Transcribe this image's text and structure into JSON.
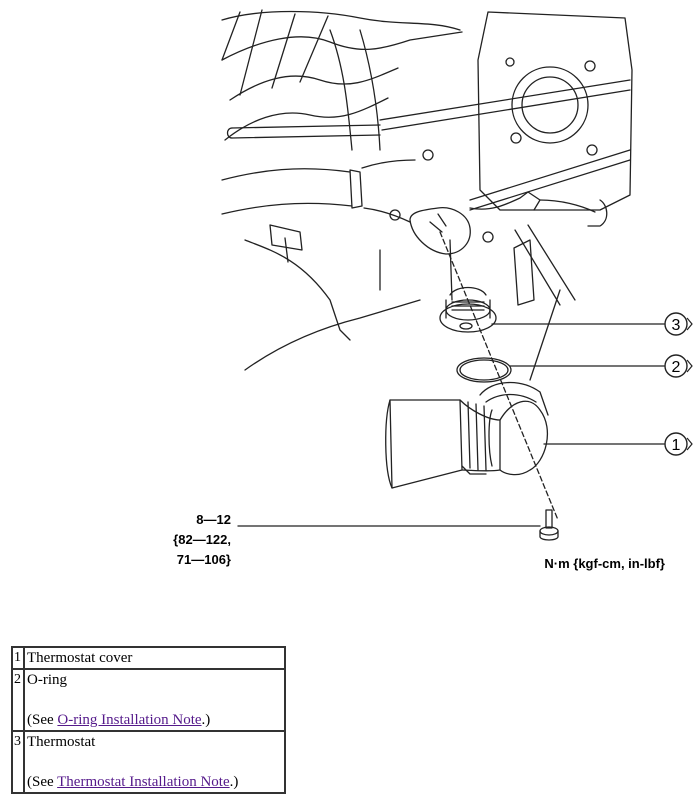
{
  "diagram": {
    "torque_value": "8—12",
    "torque_kgfcm": "{82—122,",
    "torque_inlbf": "71—106}",
    "units_label": "N·m {kgf-cm, in-lbf}",
    "callouts": [
      "3",
      "2",
      "1"
    ]
  },
  "parts": [
    {
      "num": "1",
      "name": "Thermostat cover"
    },
    {
      "num": "2",
      "name": "O-ring",
      "see_prefix": "(See ",
      "link": "O-ring Installation Note",
      "see_suffix": ".)"
    },
    {
      "num": "3",
      "name": "Thermostat",
      "see_prefix": "(See ",
      "link": "Thermostat Installation Note",
      "see_suffix": ".)"
    }
  ]
}
